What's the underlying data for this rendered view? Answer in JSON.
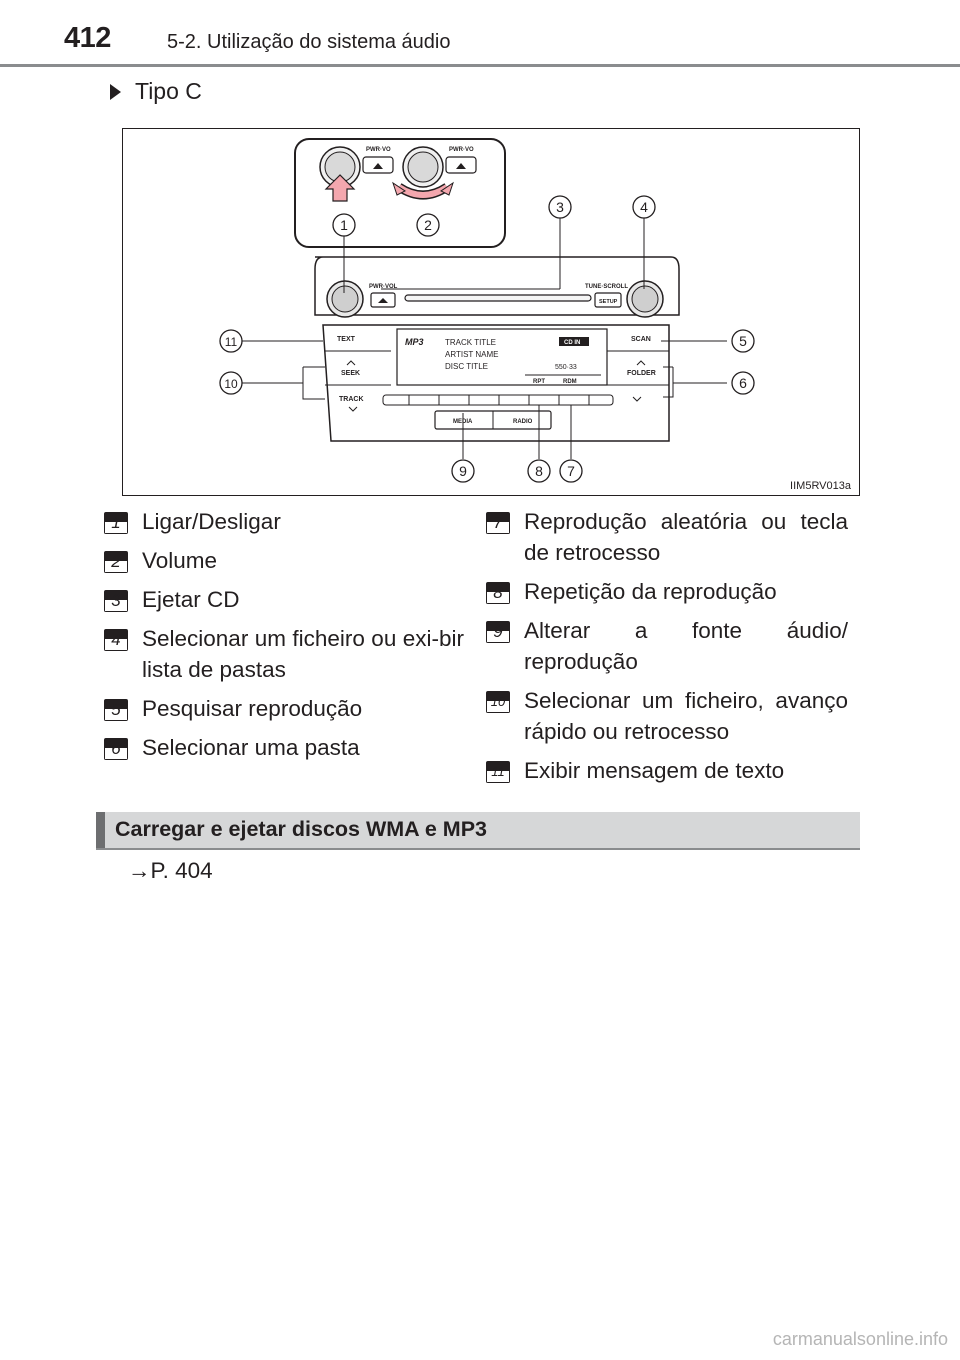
{
  "header": {
    "page_number": "412",
    "section": "5-2. Utilização do sistema áudio"
  },
  "subheading": "Tipo C",
  "figure": {
    "code": "IIM5RV013a",
    "labels": {
      "pwr_vo": "PWR·VO",
      "pwr_vol": "PWR·VOL",
      "tune_scroll": "TUNE·SCROLL",
      "setup": "SETUP",
      "text": "TEXT",
      "seek": "SEEK",
      "track": "TRACK",
      "scan": "SCAN",
      "folder": "FOLDER",
      "media": "MEDIA",
      "radio": "RADIO",
      "mp3": "MP3",
      "track_title": "TRACK TITLE",
      "artist_name": "ARTIST NAME",
      "disc_title": "DISC TITLE",
      "cd_in": "CD IN",
      "time": "550·33",
      "rpt": "RPT",
      "rdm": "RDM"
    },
    "callouts": [
      "1",
      "2",
      "3",
      "4",
      "5",
      "6",
      "7",
      "8",
      "9",
      "10",
      "11"
    ]
  },
  "legend": {
    "left": [
      {
        "num": "1",
        "text": "Ligar/Desligar"
      },
      {
        "num": "2",
        "text": "Volume"
      },
      {
        "num": "3",
        "text": "Ejetar CD"
      },
      {
        "num": "4",
        "text": "Selecionar um ficheiro ou exi-bir lista de pastas"
      },
      {
        "num": "5",
        "text": "Pesquisar reprodução"
      },
      {
        "num": "6",
        "text": "Selecionar uma pasta"
      }
    ],
    "right": [
      {
        "num": "7",
        "text": "Reprodução aleatória ou tecla de retrocesso"
      },
      {
        "num": "8",
        "text": "Repetição da reprodução"
      },
      {
        "num": "9",
        "text": "Alterar a fonte áudio/ reprodução"
      },
      {
        "num": "10",
        "text": "Selecionar um ficheiro, avanço rápido ou retrocesso"
      },
      {
        "num": "11",
        "text": "Exibir mensagem de texto"
      }
    ]
  },
  "section_bar": {
    "title": "Carregar e ejetar discos WMA e MP3"
  },
  "reference": "→P. 404",
  "watermark": "carmanualsonline.info"
}
